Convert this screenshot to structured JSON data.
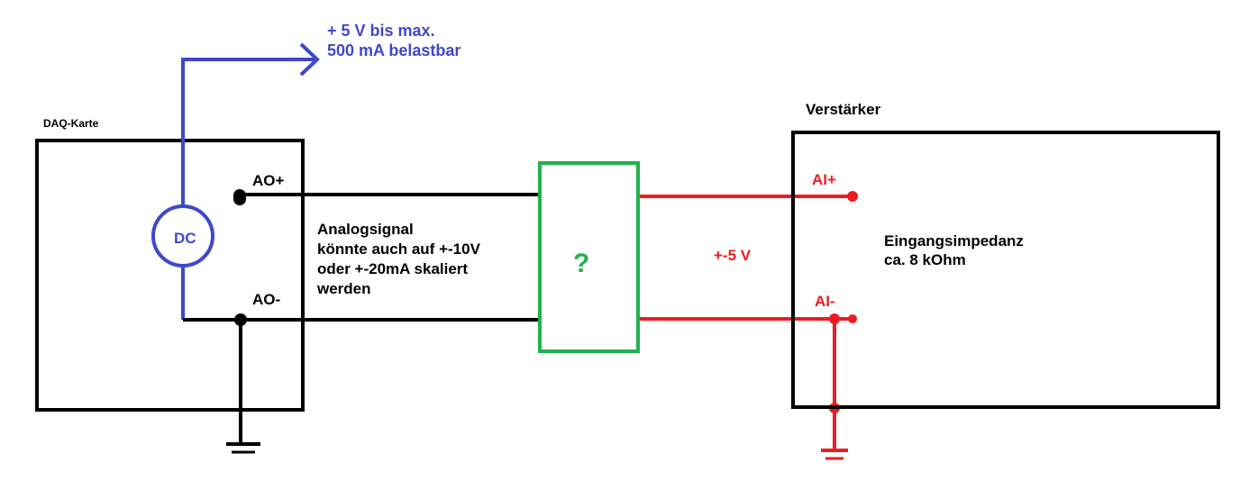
{
  "daq": {
    "title": "DAQ-Karte",
    "pin_pos": "AO+",
    "pin_neg": "AO-"
  },
  "source": {
    "label": "DC",
    "output_line1": "+ 5 V bis max.",
    "output_line2": "500 mA belastbar"
  },
  "signal_note": {
    "line1": "Analogsignal",
    "line2": "könnte auch auf +-10V",
    "line3": "oder +-20mA skaliert",
    "line4": "werden"
  },
  "converter": {
    "label": "?"
  },
  "link": {
    "voltage": "+-5 V"
  },
  "amp": {
    "title": "Verstärker",
    "pin_pos": "AI+",
    "pin_neg": "AI-",
    "impedance_line1": "Eingangsimpedanz",
    "impedance_line2": "ca. 8 kOhm"
  },
  "colors": {
    "black": "#000000",
    "blue": "#3f48cc",
    "green": "#22b14c",
    "red": "#ed1c24"
  }
}
